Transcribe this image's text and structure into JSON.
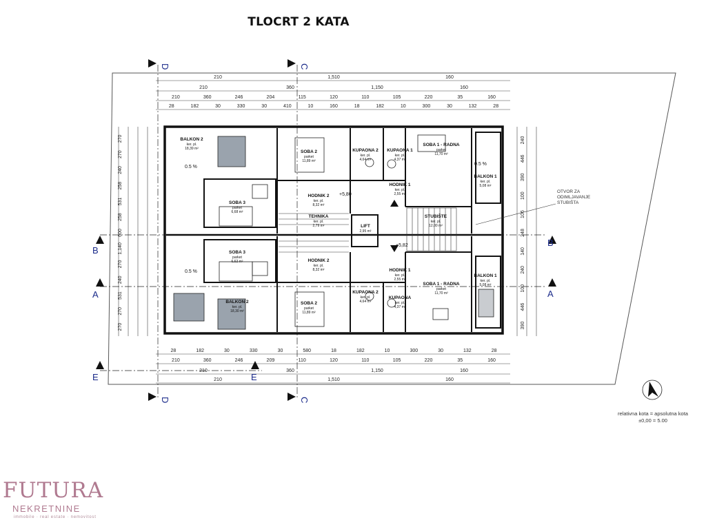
{
  "title": "TLOCRT 2 KATA",
  "sections": {
    "d": "D",
    "c": "C",
    "a": "A",
    "b": "B",
    "e": "E"
  },
  "dims": {
    "top1": [
      "210",
      "1,510",
      "160"
    ],
    "top2": [
      "210",
      "360",
      "1,150",
      "160"
    ],
    "top3": [
      "210",
      "360",
      "246",
      "204",
      "115",
      "120",
      "110",
      "105",
      "220",
      "35",
      "160"
    ],
    "top4": [
      "28",
      "182",
      "30",
      "330",
      "30",
      "410",
      "10",
      "160",
      "18",
      "182",
      "10",
      "300",
      "30",
      "132",
      "28"
    ],
    "bot4": [
      "28",
      "182",
      "30",
      "330",
      "30",
      "580",
      "18",
      "182",
      "10",
      "300",
      "30",
      "132",
      "28"
    ],
    "bot3": [
      "210",
      "360",
      "246",
      "209",
      "110",
      "120",
      "110",
      "105",
      "220",
      "35",
      "160"
    ],
    "bot2": [
      "210",
      "360",
      "1,150",
      "160"
    ],
    "bot1": [
      "210",
      "1,510",
      "160"
    ],
    "left": [
      "270",
      "270",
      "240",
      "258",
      "531",
      "258",
      "600",
      "1,140",
      "270",
      "240",
      "531",
      "270",
      "270"
    ],
    "right": [
      "240",
      "446",
      "390",
      "100",
      "106",
      "248",
      "140",
      "240",
      "100",
      "446",
      "390"
    ]
  },
  "rooms": [
    {
      "name": "BALKON 2",
      "floor": "ker. pl.",
      "area": "18,39 m²"
    },
    {
      "name": "SOBA 2",
      "floor": "parket",
      "area": "11,89 m²"
    },
    {
      "name": "KUPAONA 2",
      "floor": "ker. pl.",
      "area": "4,64 m²"
    },
    {
      "name": "KUPAONA 1",
      "floor": "ker. pl.",
      "area": "4,37 m²"
    },
    {
      "name": "SOBA 1 - RADNA",
      "floor": "parket",
      "area": "11,70 m²"
    },
    {
      "name": "BALKON 1",
      "floor": "ker. pl.",
      "area": "5,08 m²"
    },
    {
      "name": "SOBA 3",
      "floor": "parket",
      "area": "6,68 m²"
    },
    {
      "name": "HODNIK 2",
      "floor": "ker. pl.",
      "area": "8,32 m²"
    },
    {
      "name": "HODNIK 1",
      "floor": "ker. pl.",
      "area": "2,55 m²"
    },
    {
      "name": "TEHNIKA",
      "floor": "ker. pl.",
      "area": "2,79 m²"
    },
    {
      "name": "LIFT",
      "floor": "",
      "area": "2,95 m²"
    },
    {
      "name": "STUBIŠTE",
      "floor": "ker. pl.",
      "area": "12,00 m²"
    },
    {
      "name": "SOBA 3",
      "floor": "parket",
      "area": "6,62 m²"
    },
    {
      "name": "HODNIK 2",
      "floor": "ker. pl.",
      "area": "8,32 m²"
    },
    {
      "name": "HODNIK 1",
      "floor": "ker. pl.",
      "area": "2,55 m²"
    },
    {
      "name": "KUPAONA 2",
      "floor": "ker. pl.",
      "area": "4,64 m²"
    },
    {
      "name": "KUPAONA",
      "floor": "ker. pl.",
      "area": "4,37 m²"
    },
    {
      "name": "SOBA 1 - RADNA",
      "floor": "parket",
      "area": "11,70 m²"
    },
    {
      "name": "BALKON 1",
      "floor": "ker. pl.",
      "area": "5,08 m²"
    },
    {
      "name": "BALKON 2",
      "floor": "ker. pl.",
      "area": "18,30 m²"
    },
    {
      "name": "SOBA 2",
      "floor": "parket",
      "area": "11,89 m²"
    }
  ],
  "slope": "0.5 %",
  "levels": [
    "+5,80",
    "+5,82"
  ],
  "note": "OTVOR ZA ODIMLJAVANJE STUBIŠTA",
  "legend": [
    "relativna kota = apsolutna kota",
    "±0,00 = 5.00"
  ],
  "logo": {
    "word": "FUTURA",
    "sub": "NEKRETNINE",
    "tag": "immobile · real estate · nemovitost"
  }
}
